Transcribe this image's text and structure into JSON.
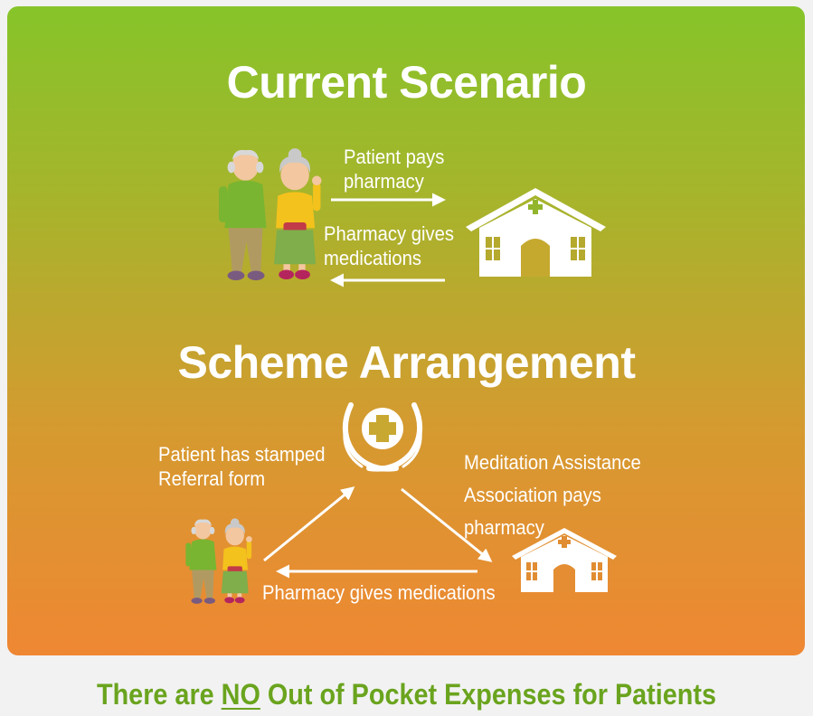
{
  "current": {
    "title": "Current Scenario",
    "pays_line1": "Patient pays",
    "pays_line2": "pharmacy",
    "gives_line1": "Pharmacy gives",
    "gives_line2": "medications"
  },
  "scheme": {
    "title": "Scheme Arrangement",
    "referral_line1": "Patient has stamped",
    "referral_line2": "Referral form",
    "assoc_line1": "Meditation Assistance",
    "assoc_line2": "Association pays",
    "assoc_line3": "pharmacy",
    "gives": "Pharmacy gives medications"
  },
  "footer": {
    "before": "There are",
    "emph": "NO",
    "after": "Out of Pocket Expenses for Patients"
  },
  "colors": {
    "gradient_top": "#86c42a",
    "gradient_bottom": "#ef8733",
    "footer_text": "#6aa41e",
    "arrows": "#ffffff"
  },
  "icons": [
    "elderly-couple-icon",
    "pharmacy-building-icon",
    "hands-medical-cross-icon"
  ]
}
